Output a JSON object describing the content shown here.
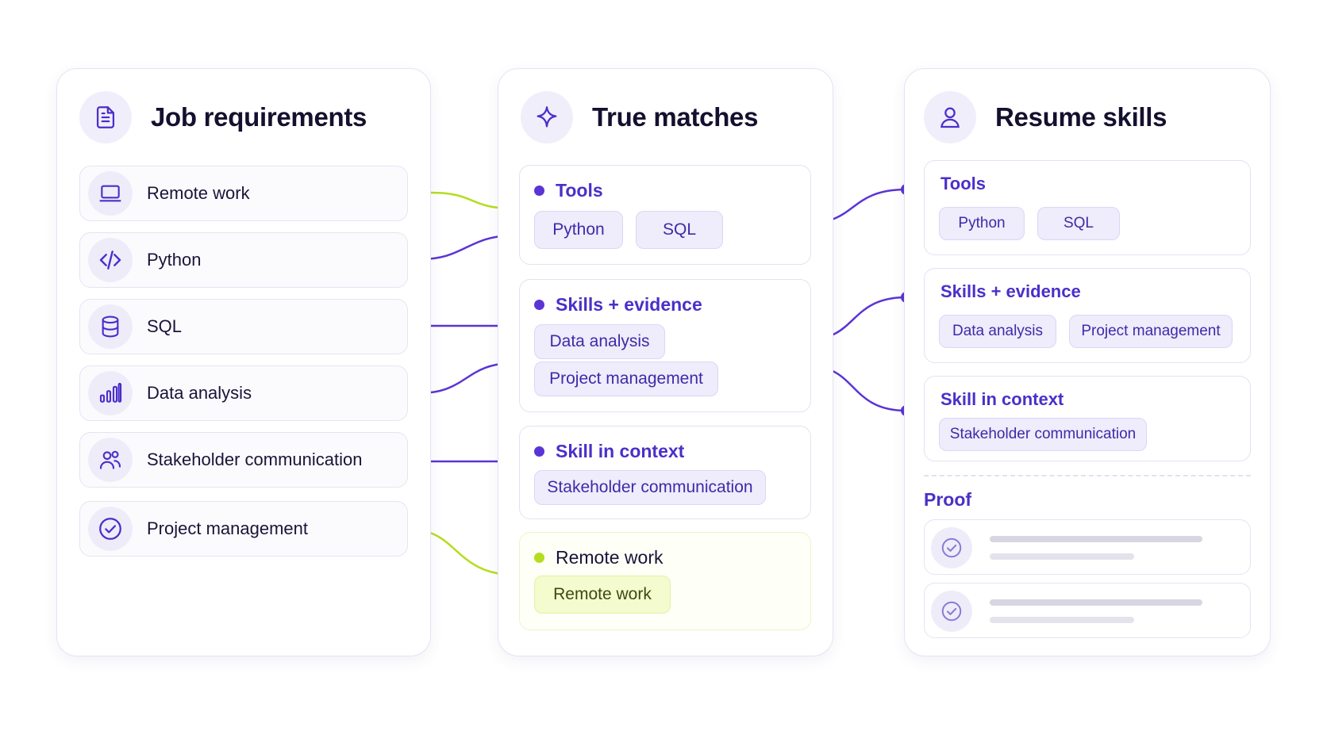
{
  "job_panel": {
    "title": "Job requirements",
    "items": [
      {
        "label": "Remote work",
        "icon": "laptop-icon"
      },
      {
        "label": "Python",
        "icon": "code-icon"
      },
      {
        "label": "SQL",
        "icon": "database-icon"
      },
      {
        "label": "Data analysis",
        "icon": "bar-chart-icon"
      },
      {
        "label": "Stakeholder communication",
        "icon": "users-icon"
      },
      {
        "label": "Project management",
        "icon": "check-circle-icon"
      }
    ]
  },
  "match_panel": {
    "title": "True matches",
    "groups": [
      {
        "title": "Tools",
        "chips": [
          "Python",
          "SQL"
        ]
      },
      {
        "title": "Skills + evidence",
        "chips": [
          "Data analysis",
          "Project management"
        ]
      },
      {
        "title": "Skill in context",
        "chips": [
          "Stakeholder communication"
        ]
      },
      {
        "title": "Remote work",
        "chips": [
          "Remote work"
        ]
      }
    ]
  },
  "resume_panel": {
    "title": "Resume skills",
    "groups": [
      {
        "title": "Tools",
        "chips": [
          "Python",
          "SQL"
        ]
      },
      {
        "title": "Skills + evidence",
        "chips": [
          "Data analysis",
          "Project management"
        ]
      },
      {
        "title": "Skill in context",
        "chips": [
          "Stakeholder communication"
        ]
      }
    ],
    "proof_title": "Proof"
  },
  "colors": {
    "accent": "#5b34d6",
    "accent_text": "#4b2fc9",
    "lime": "#b5dd1f",
    "border": "#e6e3f2"
  }
}
